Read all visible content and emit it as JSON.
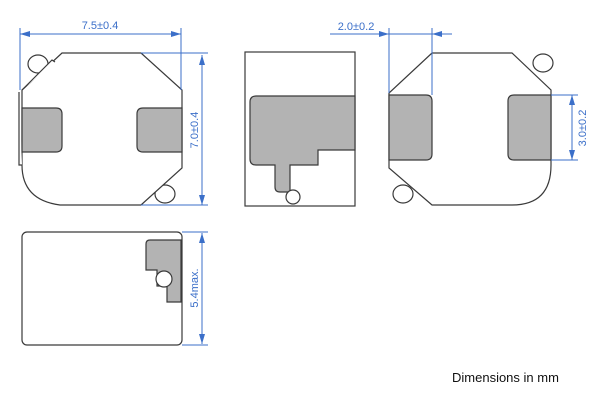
{
  "dimensions": {
    "width": "7.5±0.4",
    "height": "7.0±0.4",
    "pad_width": "2.0±0.2",
    "pad_height": "3.0±0.2",
    "thickness": "5.4max."
  },
  "units_note": "Dimensions in mm",
  "colors": {
    "dimension": "#3b6fc9",
    "pad": "#b3b3b3",
    "outline": "#3a3a3a"
  }
}
